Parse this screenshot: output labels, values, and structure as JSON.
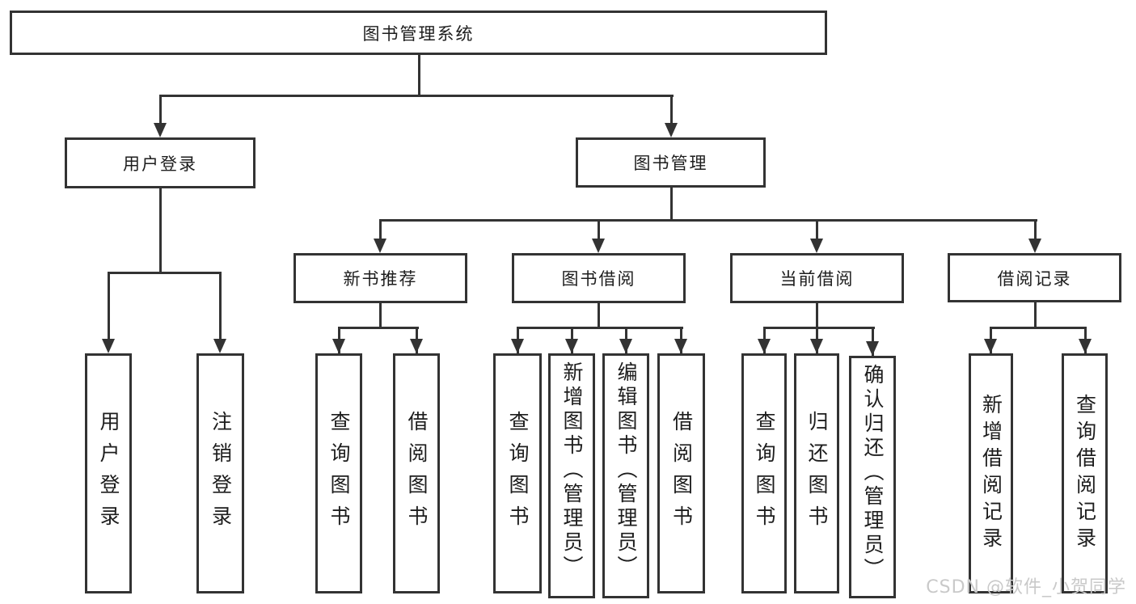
{
  "diagram": {
    "title": "图书管理系统",
    "watermark": "CSDN @软件_小贺同学",
    "colors": {
      "line": "#333333",
      "text": "#1d1d1d",
      "watermark": "#c9c9c9",
      "background": "#ffffff"
    },
    "nodes": {
      "root": {
        "label": "图书管理系统"
      },
      "user_login": {
        "label": "用户登录"
      },
      "book_mgmt": {
        "label": "图书管理"
      },
      "new_book_rec": {
        "label": "新书推荐"
      },
      "book_borrow": {
        "label": "图书借阅"
      },
      "current_borrow": {
        "label": "当前借阅"
      },
      "borrow_record": {
        "label": "借阅记录"
      },
      "leaf_user_login": {
        "label": "用户登录"
      },
      "leaf_logout": {
        "label": "注销登录"
      },
      "leaf_query_book_1": {
        "label": "查询图书"
      },
      "leaf_borrow_book_1": {
        "label": "借阅图书"
      },
      "leaf_query_book_2": {
        "label": "查询图书"
      },
      "leaf_add_book": {
        "label": "新增图书（管理员）"
      },
      "leaf_edit_book": {
        "label": "编辑图书（管理员）"
      },
      "leaf_borrow_book_2": {
        "label": "借阅图书"
      },
      "leaf_query_book_3": {
        "label": "查询图书"
      },
      "leaf_return_book": {
        "label": "归还图书"
      },
      "leaf_confirm_return": {
        "label": "确认归还（管理员）"
      },
      "leaf_add_record": {
        "label": "新增借阅记录"
      },
      "leaf_query_record": {
        "label": "查询借阅记录"
      }
    }
  }
}
